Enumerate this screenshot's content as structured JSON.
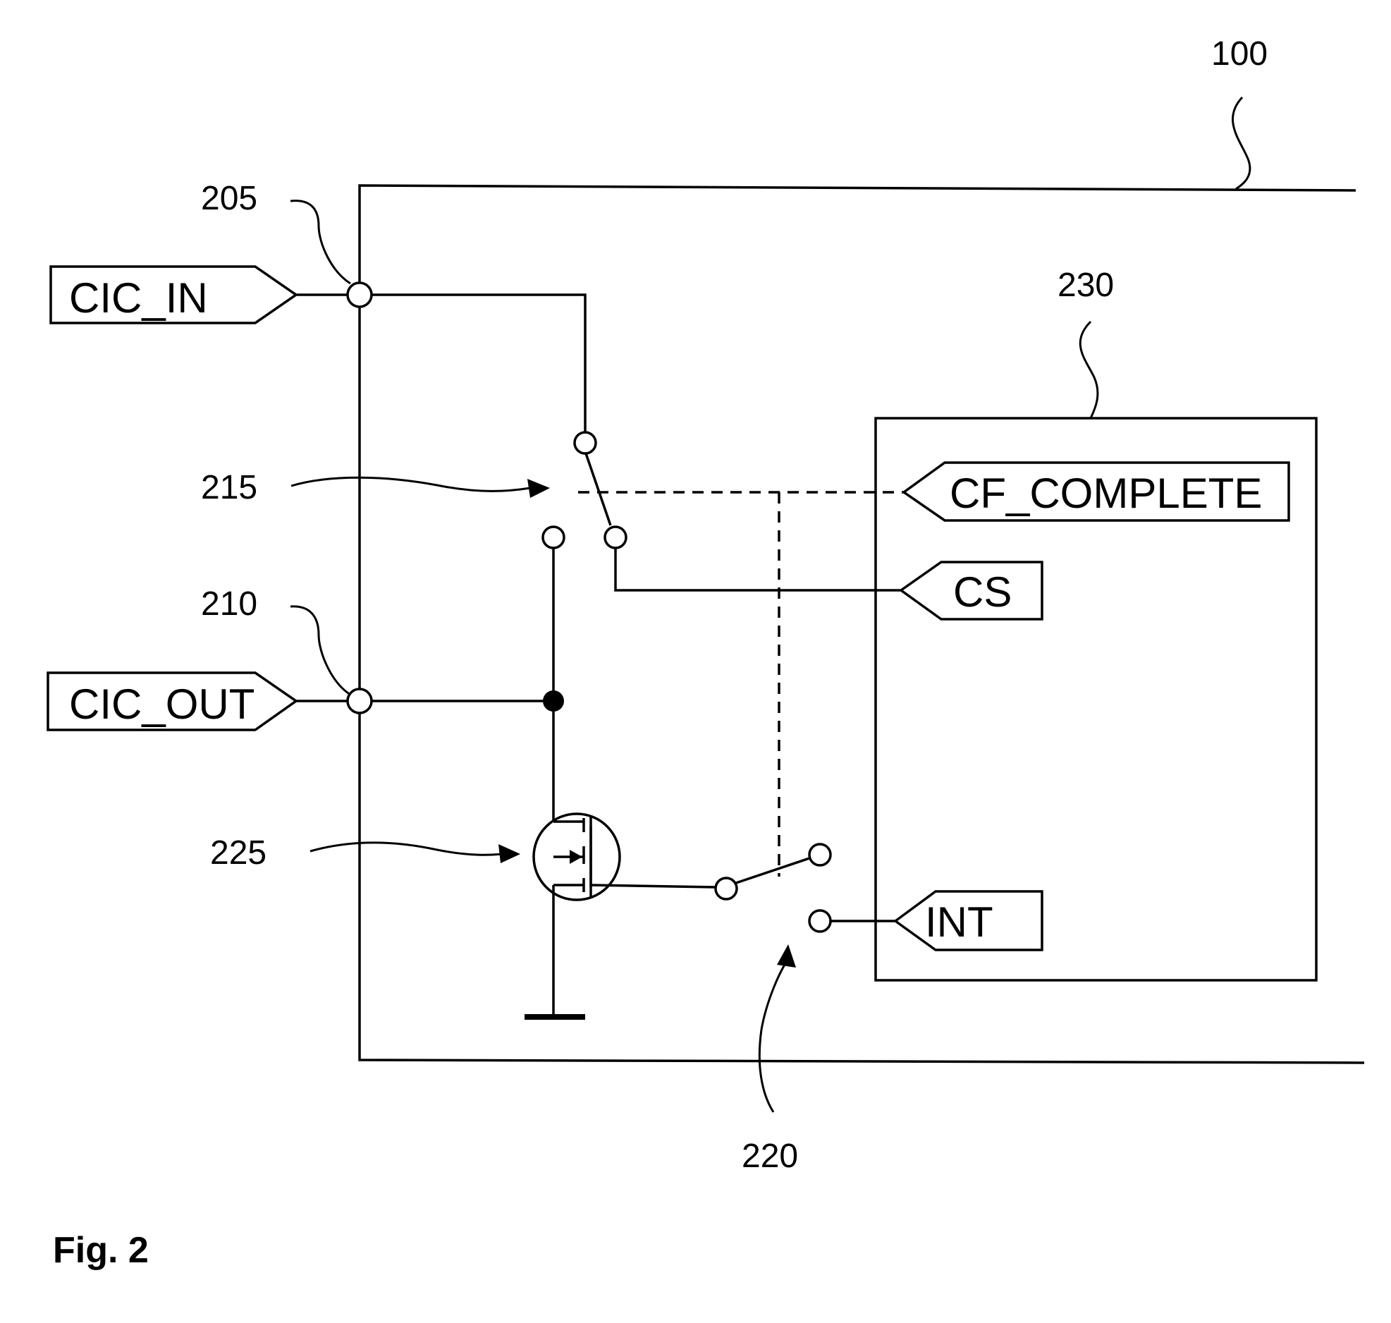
{
  "figure": {
    "caption": "Fig. 2",
    "refs": {
      "device": "100",
      "in_terminal": "205",
      "out_terminal": "210",
      "switch_a": "215",
      "switch_b": "220",
      "transistor": "225",
      "controller": "230"
    },
    "signals": {
      "cic_in": "CIC_IN",
      "cic_out": "CIC_OUT",
      "cf_complete": "CF_COMPLETE",
      "cs": "CS",
      "int": "INT"
    }
  }
}
